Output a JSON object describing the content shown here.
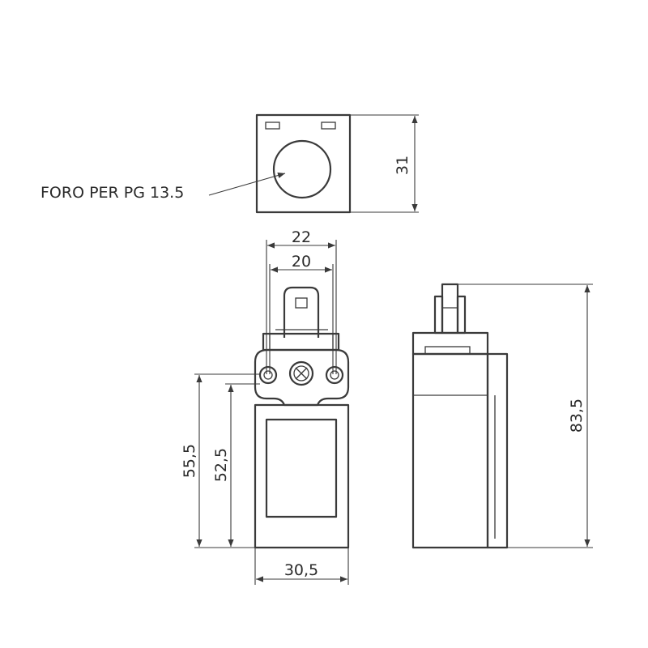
{
  "top_view": {
    "hole_label": "FORO PER PG 13.5",
    "height_dim": "31"
  },
  "front_view": {
    "top_outer_width_dim": "22",
    "top_inner_width_dim": "20",
    "total_height_outer_dim": "55,5",
    "total_height_inner_dim": "52,5",
    "base_width_dim": "30,5"
  },
  "side_view": {
    "total_height_dim": "83,5"
  }
}
